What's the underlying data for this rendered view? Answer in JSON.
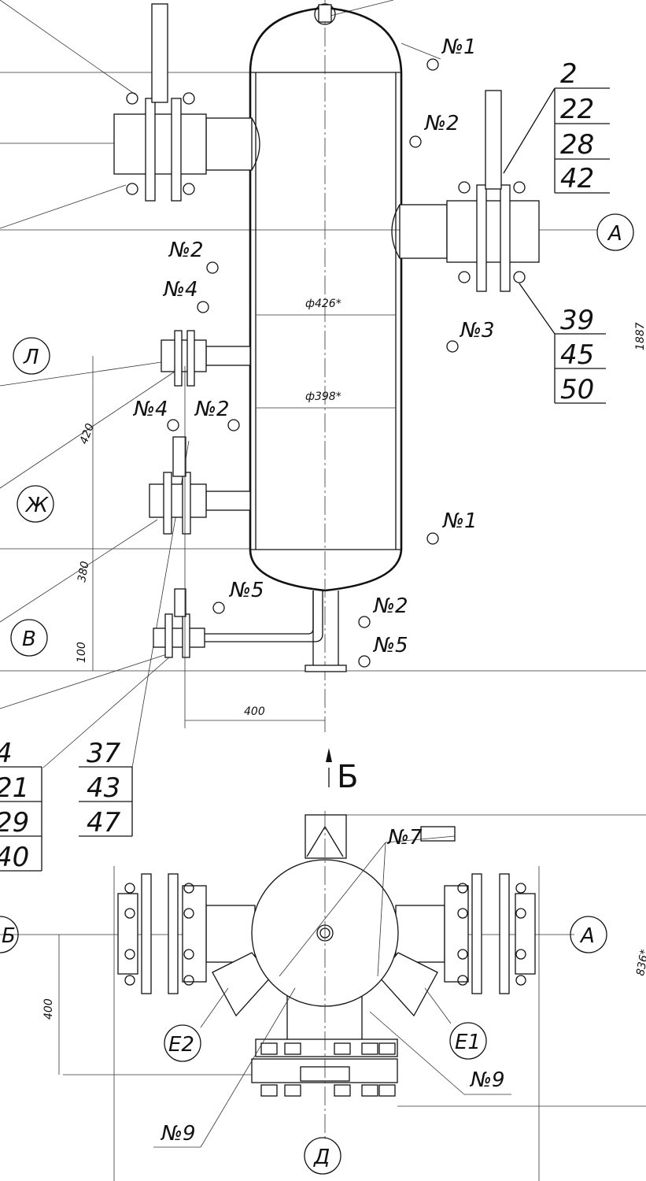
{
  "front_view": {
    "callouts": {
      "n1_top": "№1",
      "n2_right": "№2",
      "n3": "№3",
      "n2_left_upper": "№2",
      "n4_upper": "№4",
      "n4_lower": "№4",
      "n2_mid": "№2",
      "n1_bottom": "№1",
      "n5_left": "№5",
      "n2_bottom": "№2",
      "n5_bottom": "№5"
    },
    "dimensions": {
      "outer_diameter": "ф426*",
      "inner_diameter": "ф398*",
      "height_total": "1887",
      "dim_420": "420",
      "dim_380": "380",
      "dim_100": "100",
      "dim_400": "400"
    },
    "nozzle_markers": {
      "a": "А",
      "l": "Л",
      "zh": "Ж",
      "v": "В"
    },
    "part_tables": {
      "right_upper": [
        "2",
        "22",
        "28",
        "42"
      ],
      "right_lower": [
        "39",
        "45",
        "50"
      ],
      "left_bottom": [
        "4",
        "21",
        "29",
        "40"
      ],
      "mid_bottom": [
        "37",
        "43",
        "47"
      ]
    }
  },
  "section_label": "Б",
  "top_view": {
    "callouts": {
      "n7": "№7",
      "n9_right": "№9",
      "n9_left": "№9"
    },
    "nozzle_markers": {
      "b": "Б",
      "a": "А",
      "e1": "Е1",
      "e2": "Е2",
      "d": "Д"
    },
    "dimensions": {
      "width": "836*",
      "dim_400": "400"
    }
  }
}
